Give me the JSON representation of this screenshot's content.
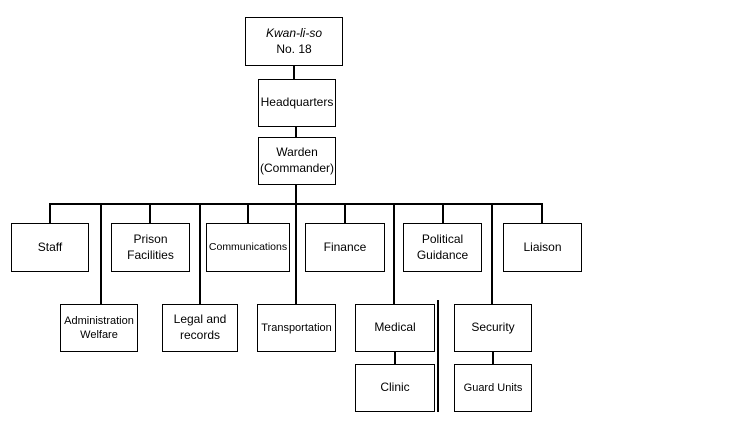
{
  "diagram_type": "org-chart",
  "colors": {
    "background": "#ffffff",
    "box_fill": "#ffffff",
    "box_border": "#000000",
    "line": "#000000",
    "text": "#000000"
  },
  "nodes": {
    "kwanliso": {
      "line1": "Kwan-li-so",
      "line2": "No. 18"
    },
    "headquarters": {
      "line1": "Headquarters"
    },
    "warden": {
      "line1": "Warden",
      "line2": "(Commander)"
    },
    "staff": {
      "line1": "Staff"
    },
    "prison_facilities": {
      "line1": "Prison",
      "line2": "Facilities"
    },
    "communications": {
      "line1": "Communications"
    },
    "finance": {
      "line1": "Finance"
    },
    "political_guidance": {
      "line1": "Political",
      "line2": "Guidance"
    },
    "liaison": {
      "line1": "Liaison"
    },
    "admin_welfare": {
      "line1": "Administration",
      "line2": "Welfare"
    },
    "legal_records": {
      "line1": "Legal and",
      "line2": "records"
    },
    "transportation": {
      "line1": "Transportation"
    },
    "medical": {
      "line1": "Medical"
    },
    "security": {
      "line1": "Security"
    },
    "clinic": {
      "line1": "Clinic"
    },
    "guard_units": {
      "line1": "Guard Units"
    }
  },
  "hierarchy": [
    {
      "parent": "Kwan-li-so No. 18",
      "children": [
        "Headquarters"
      ]
    },
    {
      "parent": "Headquarters",
      "children": [
        "Warden (Commander)"
      ]
    },
    {
      "parent": "Warden (Commander)",
      "children": [
        "Staff",
        "Prison Facilities",
        "Communications",
        "Finance",
        "Political Guidance",
        "Liaison",
        "Administration Welfare",
        "Legal and records",
        "Transportation",
        "Medical",
        "Security"
      ]
    },
    {
      "parent": "Medical",
      "children": [
        "Clinic"
      ]
    },
    {
      "parent": "Security",
      "children": [
        "Guard Units"
      ]
    }
  ]
}
